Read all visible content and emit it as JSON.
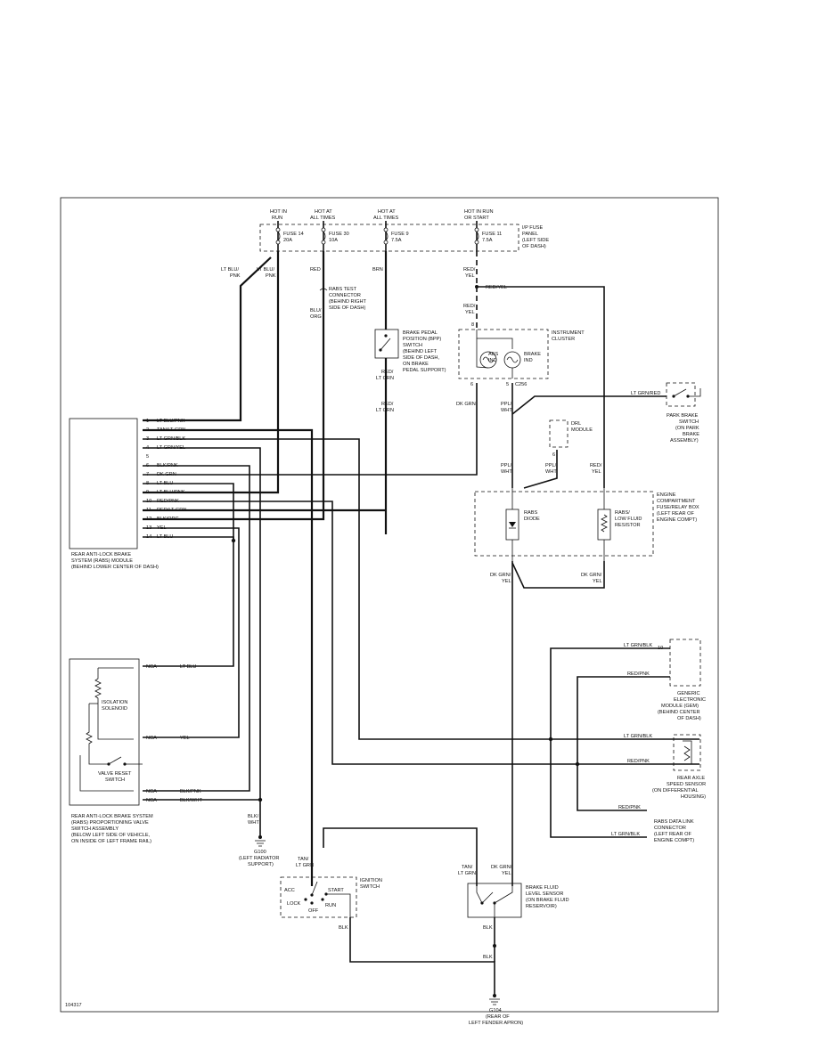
{
  "fuse_panel": {
    "label": [
      "I/P FUSE",
      "PANEL",
      "(LEFT SIDE",
      "OF DASH)"
    ],
    "fuses": [
      {
        "hot": [
          "HOT IN",
          "RUN"
        ],
        "name": "FUSE 14",
        "rating": "20A",
        "wire": [
          "LT BLU/",
          "PNK"
        ]
      },
      {
        "hot": [
          "HOT AT",
          "ALL TIMES"
        ],
        "name": "FUSE 30",
        "rating": "10A",
        "wire": [
          "RED"
        ]
      },
      {
        "hot": [
          "HOT AT",
          "ALL TIMES"
        ],
        "name": "FUSE 9",
        "rating": "7.5A",
        "wire": [
          "BRN"
        ]
      },
      {
        "hot": [
          "HOT IN RUN",
          "OR START"
        ],
        "name": "FUSE 11",
        "rating": "7.5A",
        "wire": [
          "RED/",
          "YEL"
        ]
      }
    ],
    "left_wire": [
      "LT BLU/",
      "PNK"
    ]
  },
  "rabs_test_connector": {
    "label": [
      "RABS TEST",
      "CONNECTOR",
      "(BEHIND RIGHT",
      "SIDE OF DASH)"
    ],
    "wire_below": [
      "BLU/",
      "ORG"
    ]
  },
  "bpp_switch": {
    "label": [
      "BRAKE PEDAL",
      "POSITION (BPP)",
      "SWITCH",
      "(BEHIND LEFT",
      "SIDE OF DASH,",
      "ON BRAKE",
      "PEDAL SUPPORT)"
    ],
    "wire_out": [
      "RED/",
      "LT GRN"
    ],
    "wire_down": [
      "RED/",
      "LT GRN"
    ]
  },
  "instrument_cluster": {
    "label": [
      "INSTRUMENT",
      "CLUSTER"
    ],
    "red_yel_branch": "RED/YEL",
    "wire_in": [
      "RED/",
      "YEL"
    ],
    "pin_top": "8",
    "abs_lamp": [
      "ABS",
      "IND"
    ],
    "brake_lamp": [
      "BRAKE",
      "IND"
    ],
    "pin_left": "6",
    "pin_right": "5",
    "connector": "C256",
    "wire_left": [
      "DK GRN"
    ],
    "wire_right": [
      "PPL/",
      "WHT"
    ]
  },
  "park_brake_switch": {
    "wire": "LT GRN/RED",
    "label": [
      "PARK BRAKE",
      "SWITCH",
      "(ON PARK",
      "BRAKE",
      "ASSEMBLY)"
    ]
  },
  "drl_module": {
    "label": [
      "DRL",
      "MODULE"
    ],
    "pin": "6",
    "wire": [
      "PPL/",
      "WHT"
    ]
  },
  "fuse_relay_box": {
    "label": [
      "ENGINE",
      "COMPARTMENT",
      "FUSE/RELAY BOX",
      "(LEFT REAR OF",
      "ENGINE COMPT)"
    ],
    "wire_ppl_left": [
      "PPL/",
      "WHT"
    ],
    "wire_red_yel": [
      "RED/",
      "YEL"
    ],
    "diode": [
      "RABS",
      "DIODE"
    ],
    "resistor": [
      "RABS/",
      "LOW FLUID",
      "RESISTOR"
    ],
    "wire_out_left": [
      "DK GRN/",
      "YEL"
    ],
    "wire_out_right": [
      "DK GRN/",
      "YEL"
    ]
  },
  "rabs_module": {
    "label": [
      "REAR ANTI-LOCK BRAKE",
      "SYSTEM (RABS) MODULE",
      "(BEHIND LOWER CENTER OF DASH)"
    ],
    "pins": [
      {
        "num": "1",
        "wire": "LT BLU/PNK"
      },
      {
        "num": "2",
        "wire": "TAN/LT GRN"
      },
      {
        "num": "3",
        "wire": "LT GRN/BLK"
      },
      {
        "num": "4",
        "wire": "LT GRN/YEL"
      },
      {
        "num": "5",
        "wire": ""
      },
      {
        "num": "6",
        "wire": "BLK/PNK"
      },
      {
        "num": "7",
        "wire": "DK GRN"
      },
      {
        "num": "8",
        "wire": "LT BLU"
      },
      {
        "num": "9",
        "wire": "LT BLU/PNK"
      },
      {
        "num": "10",
        "wire": "RED/PNK"
      },
      {
        "num": "11",
        "wire": "RED/LT GRN"
      },
      {
        "num": "12",
        "wire": "BLK/ORG"
      },
      {
        "num": "13",
        "wire": "YEL"
      },
      {
        "num": "14",
        "wire": "LT BLU"
      }
    ]
  },
  "valve_assembly": {
    "label": [
      "REAR ANTI-LOCK BRAKE SYSTEM",
      "(RABS) PROPORTIONING VALVE",
      "SWITCH ASSEMBLY",
      "(BELOW LEFT SIDE OF VEHICLE,",
      "ON INSIDE OF LEFT FRAME RAIL)"
    ],
    "isolation": [
      "ISOLATION",
      "SOLENOID"
    ],
    "reset": [
      "VALVE RESET",
      "SWITCH"
    ],
    "pins": [
      {
        "pin": "NCA",
        "wire": "LT BLU"
      },
      {
        "pin": "NCA",
        "wire": "YEL"
      },
      {
        "pin": "NCA",
        "wire": "BLK/PNK"
      },
      {
        "pin": "NCA",
        "wire": "BLK/WHT"
      }
    ]
  },
  "ground_g100": {
    "wire": [
      "BLK/",
      "WHT"
    ],
    "label": [
      "G100",
      "(LEFT RADIATOR",
      "SUPPORT)"
    ]
  },
  "gem": {
    "pin": "10",
    "wire_a": "LT GRN/BLK",
    "wire_b": "RED/PNK",
    "label": [
      "GENERIC",
      "ELECTRONIC",
      "MODULE (GEM)",
      "(BEHIND CENTER",
      "OF DASH)"
    ]
  },
  "axle_sensor": {
    "wire_a": "LT GRN/BLK",
    "wire_b": "RED/PNK",
    "label": [
      "REAR AXLE",
      "SPEED SENSOR",
      "(ON DIFFERENTIAL",
      "HOUSING)"
    ]
  },
  "data_link": {
    "wire_a": "RED/PNK",
    "wire_b": "LT GRN/BLK",
    "label": [
      "RABS DATA LINK",
      "CONNECTOR",
      "(LEFT REAR OF",
      "ENGINE COMPT)"
    ]
  },
  "ignition": {
    "wire": [
      "TAN/",
      "LT GRN"
    ],
    "positions": [
      "ACC",
      "START",
      "LOCK",
      "RUN",
      "OFF"
    ],
    "label": [
      "IGNITION",
      "SWITCH"
    ],
    "wire_out": "BLK"
  },
  "fluid_sensor": {
    "wire_left": [
      "TAN/",
      "LT GRN"
    ],
    "wire_right": [
      "DK GRN/",
      "YEL"
    ],
    "label": [
      "BRAKE FLUID",
      "LEVEL SENSOR",
      "(ON BRAKE FLUID",
      "RESERVOIR)"
    ],
    "wire_out": "BLK",
    "wire_out2": "BLK"
  },
  "ground_g104": {
    "label": [
      "G104",
      "(REAR OF",
      "LEFT FENDER APRON)"
    ]
  },
  "figure_id": "104317"
}
